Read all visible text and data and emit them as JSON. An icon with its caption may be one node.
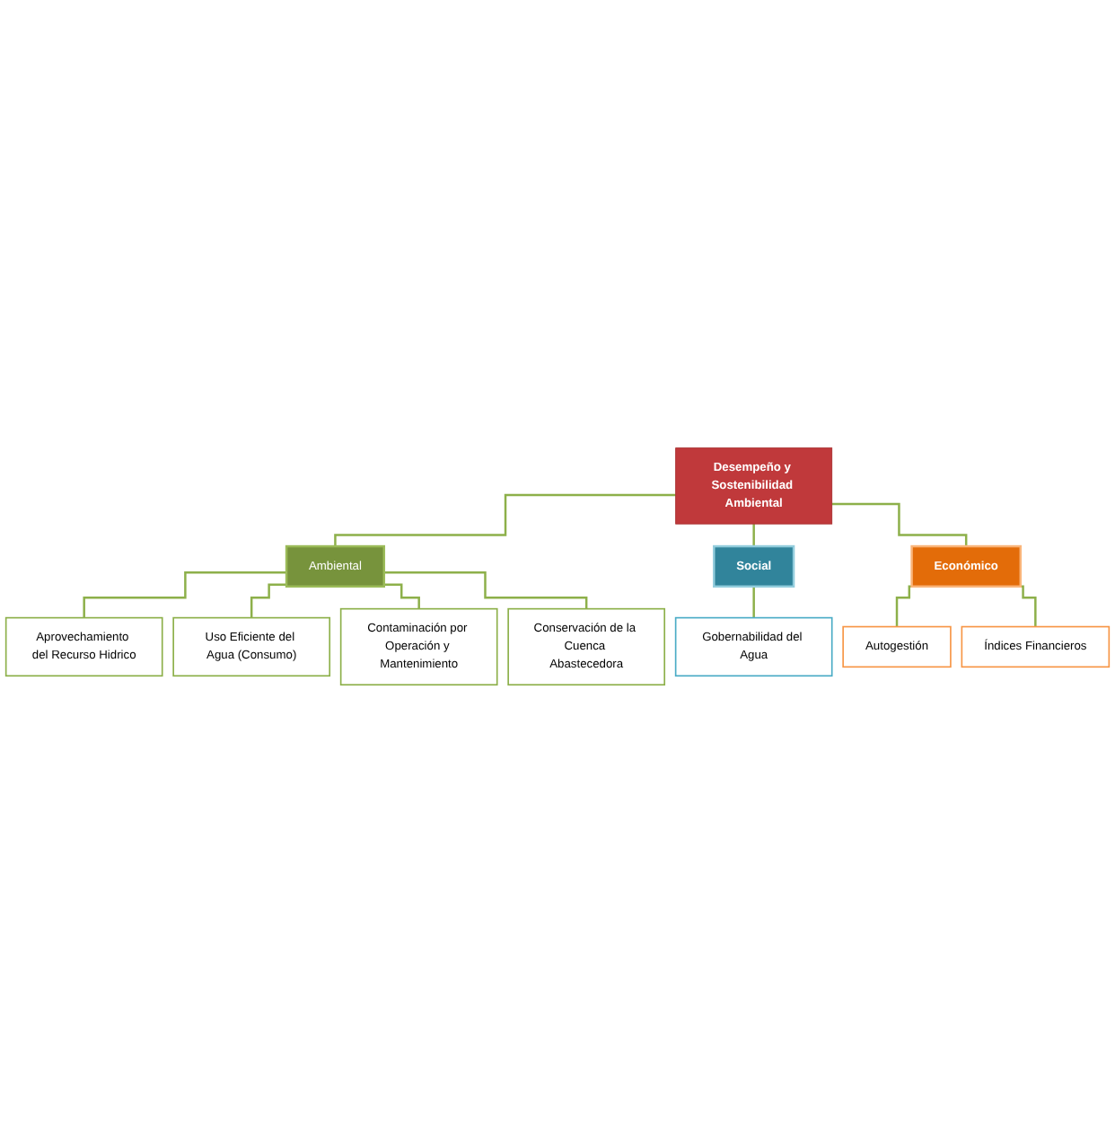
{
  "diagram": {
    "nodes": [
      {
        "text": [
          "Desempeño y Sostenibilidad Ambiental"
        ]
      },
      {
        "text": [
          "Ambiental"
        ]
      },
      {
        "text": [
          "Social"
        ]
      },
      {
        "text": [
          "Económico"
        ]
      },
      {
        "text": [
          "Aprovechamiento del Recurso Hidrico"
        ]
      },
      {
        "text": [
          "Uso Eficiente del Agua (Consumo)"
        ]
      },
      {
        "text": [
          "Contaminación por Operación y Mantenimiento"
        ]
      },
      {
        "text": [
          "Conservación de la Cuenca Abastecedora"
        ]
      },
      {
        "text": [
          "Gobernabilidad del Agua"
        ]
      },
      {
        "text": [
          "Autogestión"
        ]
      },
      {
        "text": [
          "Índices Financieros"
        ]
      }
    ],
    "edges": [
      {
        "from": 0,
        "to": 1,
        "arrow": "none"
      },
      {
        "from": 0,
        "to": 2,
        "arrow": "none"
      },
      {
        "from": 0,
        "to": 3,
        "arrow": "none"
      },
      {
        "from": 1,
        "to": 4,
        "arrow": "none"
      },
      {
        "from": 1,
        "to": 5,
        "arrow": "none"
      },
      {
        "from": 1,
        "to": 6,
        "arrow": "none"
      },
      {
        "from": 1,
        "to": 7,
        "arrow": "none"
      },
      {
        "from": 2,
        "to": 8,
        "arrow": "none"
      },
      {
        "from": 3,
        "to": 9,
        "arrow": "none"
      },
      {
        "from": 3,
        "to": 10,
        "arrow": "none"
      }
    ]
  }
}
